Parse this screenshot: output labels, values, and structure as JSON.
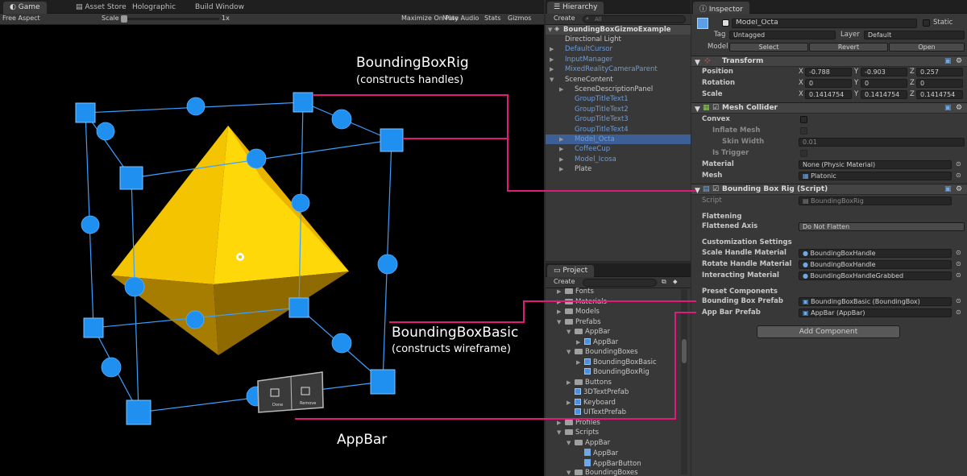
{
  "game": {
    "tabs": [
      "Game",
      "Asset Store",
      "Holographic",
      "Build Window"
    ],
    "aspect": "Free Aspect",
    "scale_label": "Scale",
    "scale_value": "1x",
    "buttons": [
      "Maximize On Play",
      "Mute Audio",
      "Stats",
      "Gizmos"
    ],
    "appbar_buttons": [
      "Done",
      "Remove"
    ]
  },
  "annotations": {
    "rig_title": "BoundingBoxRig",
    "rig_sub": "(constructs handles)",
    "basic_title": "BoundingBoxBasic",
    "basic_sub": "(constructs wireframe)",
    "appbar": "AppBar",
    "line_color": "#e0197a"
  },
  "hierarchy": {
    "tab": "Hierarchy",
    "create": "Create",
    "search_placeholder": "All",
    "scene": "BoundingBoxGizmoExample",
    "items": [
      {
        "label": "Directional Light",
        "depth": 1,
        "arrow": "",
        "blue": false
      },
      {
        "label": "DefaultCursor",
        "depth": 1,
        "arrow": "▶",
        "blue": true
      },
      {
        "label": "InputManager",
        "depth": 1,
        "arrow": "▶",
        "blue": true
      },
      {
        "label": "MixedRealityCameraParent",
        "depth": 1,
        "arrow": "▶",
        "blue": true
      },
      {
        "label": "SceneContent",
        "depth": 1,
        "arrow": "▼",
        "blue": false
      },
      {
        "label": "SceneDescriptionPanel",
        "depth": 2,
        "arrow": "▶",
        "blue": false
      },
      {
        "label": "GroupTitleText1",
        "depth": 2,
        "arrow": "",
        "blue": true
      },
      {
        "label": "GroupTitleText2",
        "depth": 2,
        "arrow": "",
        "blue": true
      },
      {
        "label": "GroupTitleText3",
        "depth": 2,
        "arrow": "",
        "blue": true
      },
      {
        "label": "GroupTitleText4",
        "depth": 2,
        "arrow": "",
        "blue": true
      },
      {
        "label": "Model_Octa",
        "depth": 2,
        "arrow": "▶",
        "blue": true,
        "selected": true
      },
      {
        "label": "CoffeeCup",
        "depth": 2,
        "arrow": "▶",
        "blue": true
      },
      {
        "label": "Model_Icosa",
        "depth": 2,
        "arrow": "▶",
        "blue": true
      },
      {
        "label": "Plate",
        "depth": 2,
        "arrow": "▶",
        "blue": false
      }
    ]
  },
  "project": {
    "tab": "Project",
    "create": "Create",
    "items": [
      {
        "label": "Fonts",
        "depth": 1,
        "arrow": "▶",
        "icon": "folder"
      },
      {
        "label": "Materials",
        "depth": 1,
        "arrow": "▶",
        "icon": "folder"
      },
      {
        "label": "Models",
        "depth": 1,
        "arrow": "▶",
        "icon": "folder"
      },
      {
        "label": "Prefabs",
        "depth": 1,
        "arrow": "▼",
        "icon": "folder"
      },
      {
        "label": "AppBar",
        "depth": 2,
        "arrow": "▼",
        "icon": "folder"
      },
      {
        "label": "AppBar",
        "depth": 3,
        "arrow": "▶",
        "icon": "cube"
      },
      {
        "label": "BoundingBoxes",
        "depth": 2,
        "arrow": "▼",
        "icon": "folder"
      },
      {
        "label": "BoundingBoxBasic",
        "depth": 3,
        "arrow": "▶",
        "icon": "cube"
      },
      {
        "label": "BoundingBoxRig",
        "depth": 3,
        "arrow": "",
        "icon": "cube"
      },
      {
        "label": "Buttons",
        "depth": 2,
        "arrow": "▶",
        "icon": "folder"
      },
      {
        "label": "3DTextPrefab",
        "depth": 2,
        "arrow": "",
        "icon": "cube"
      },
      {
        "label": "Keyboard",
        "depth": 2,
        "arrow": "▶",
        "icon": "cube"
      },
      {
        "label": "UITextPrefab",
        "depth": 2,
        "arrow": "",
        "icon": "cube"
      },
      {
        "label": "Profiles",
        "depth": 1,
        "arrow": "▶",
        "icon": "folder"
      },
      {
        "label": "Scripts",
        "depth": 1,
        "arrow": "▼",
        "icon": "folder"
      },
      {
        "label": "AppBar",
        "depth": 2,
        "arrow": "▼",
        "icon": "folder"
      },
      {
        "label": "AppBar",
        "depth": 3,
        "arrow": "",
        "icon": "file"
      },
      {
        "label": "AppBarButton",
        "depth": 3,
        "arrow": "",
        "icon": "file"
      },
      {
        "label": "BoundingBoxes",
        "depth": 2,
        "arrow": "▼",
        "icon": "folder"
      }
    ]
  },
  "inspector": {
    "tab": "Inspector",
    "object_name": "Model_Octa",
    "static_label": "Static",
    "tag_label": "Tag",
    "tag_value": "Untagged",
    "layer_label": "Layer",
    "layer_value": "Default",
    "model_label": "Model",
    "model_buttons": [
      "Select",
      "Revert",
      "Open"
    ],
    "transform": {
      "title": "Transform",
      "rows": [
        {
          "label": "Position",
          "x": "-0.788",
          "y": "-0.903",
          "z": "0.257"
        },
        {
          "label": "Rotation",
          "x": "0",
          "y": "0",
          "z": "0"
        },
        {
          "label": "Scale",
          "x": "0.1414754",
          "y": "0.1414754",
          "z": "0.1414754"
        }
      ]
    },
    "mesh_collider": {
      "title": "Mesh Collider",
      "convex": "Convex",
      "inflate": "Inflate Mesh",
      "skin_label": "Skin Width",
      "skin_value": "0.01",
      "trigger": "Is Trigger",
      "material_label": "Material",
      "material_value": "None (Physic Material)",
      "mesh_label": "Mesh",
      "mesh_value": "Platonic"
    },
    "rig": {
      "title": "Bounding Box Rig (Script)",
      "script_label": "Script",
      "script_value": "BoundingBoxRig",
      "flattening": "Flattening",
      "flattened_axis_label": "Flattened Axis",
      "flattened_axis_value": "Do Not Flatten",
      "custom": "Customization Settings",
      "scale_mat_label": "Scale Handle Material",
      "scale_mat_value": "BoundingBoxHandle",
      "rotate_mat_label": "Rotate Handle Material",
      "rotate_mat_value": "BoundingBoxHandle",
      "interact_mat_label": "Interacting Material",
      "interact_mat_value": "BoundingBoxHandleGrabbed",
      "preset": "Preset Components",
      "bbp_label": "Bounding Box Prefab",
      "bbp_value": "BoundingBoxBasic (BoundingBox)",
      "abp_label": "App Bar Prefab",
      "abp_value": "AppBar (AppBar)"
    },
    "add_component": "Add Component"
  }
}
